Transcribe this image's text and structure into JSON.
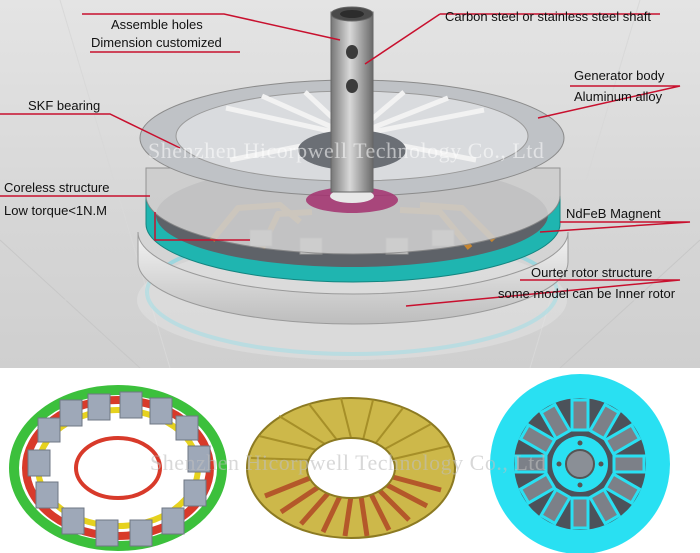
{
  "callouts": {
    "assemble_holes": "Assemble holes",
    "dimension_customized": "Dimension customized",
    "shaft": "Carbon steel or stainless steel shaft",
    "generator_body": "Generator body",
    "aluminum_alloy": "Aluminum alloy",
    "skf_bearing": "SKF bearing",
    "coreless_structure": "Coreless structure",
    "low_torque": "Low torque<1N.M",
    "ndfeb_magnet": "NdFeB Magnent",
    "outer_rotor": "Ourter rotor structure",
    "inner_rotor_note": "some model can be Inner rotor"
  },
  "watermark": "Shenzhen Hicorpwell Technology Co., Ltd",
  "colors": {
    "callout_line": "#c8102e",
    "magnet_teal": "#1fb5b0",
    "copper": "#c8862f",
    "coil_green": "#3cc03c",
    "coil_red": "#d83a2a",
    "coil_yellow": "#e6d21e",
    "rotor_cyan": "#29e0f2",
    "magnet_grey": "#7c8088"
  }
}
